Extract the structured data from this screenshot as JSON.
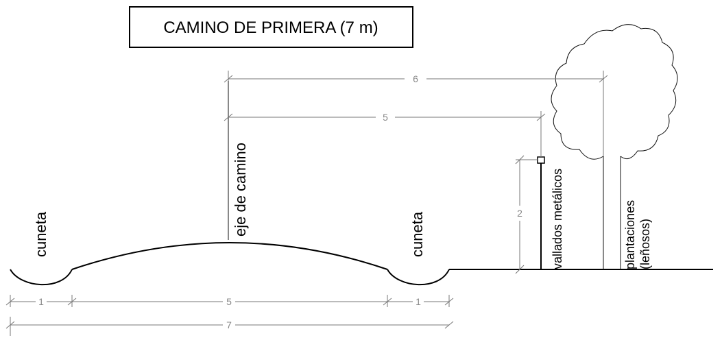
{
  "title": "CAMINO DE PRIMERA (7 m)",
  "labels": {
    "cuneta_left": "cuneta",
    "eje": "eje de camino",
    "cuneta_right": "cuneta",
    "vallados": "vallados metálicos",
    "plantaciones_1": "plantaciones",
    "plantaciones_2": "(leñosos)"
  },
  "dimensions": {
    "d6": "6",
    "d5_top": "5",
    "d2": "2",
    "d1_left": "1",
    "d5_bottom": "5",
    "d1_right": "1",
    "d7": "7"
  }
}
